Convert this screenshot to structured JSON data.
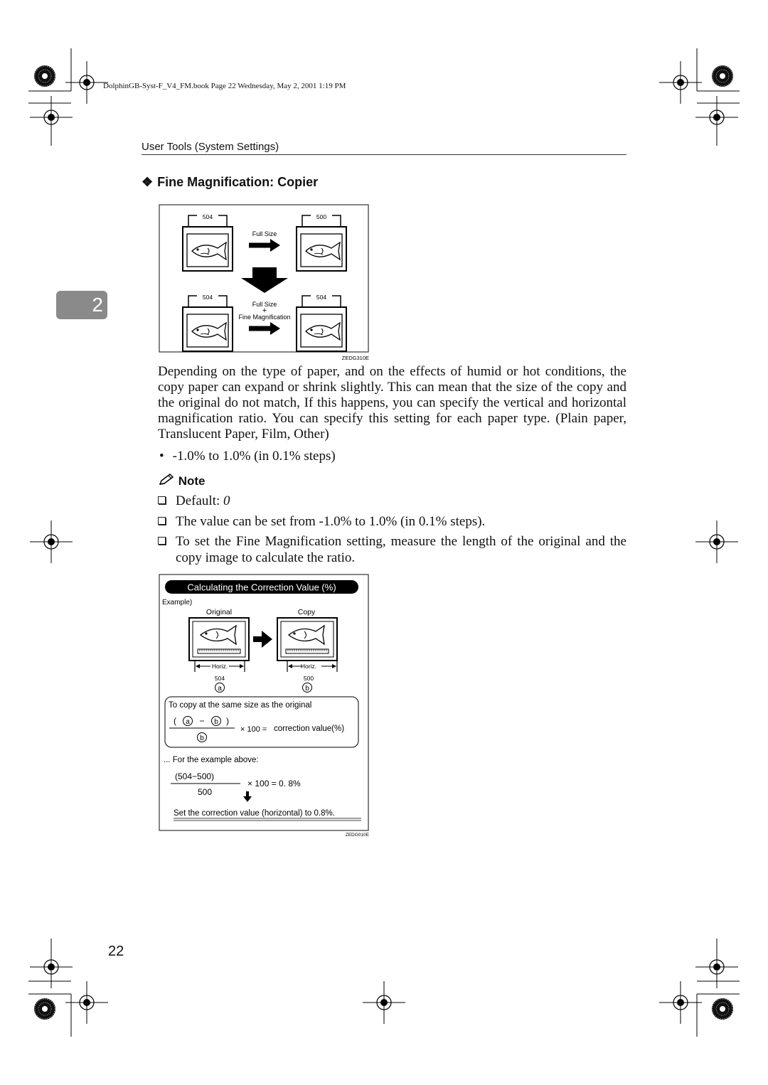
{
  "print_header": "DolphinGB-Syst-F_V4_FM.book  Page 22  Wednesday, May 2, 2001  1:19 PM",
  "running_head": "User Tools (System Settings)",
  "section": {
    "glyph": "❖",
    "title": "Fine Magnification: Copier"
  },
  "chapter_tab": "2",
  "figure1": {
    "top_left_value": "504",
    "top_right_value": "500",
    "top_arrow_label": "Full Size",
    "bottom_left_value": "504",
    "bottom_right_value": "504",
    "bottom_arrow_label_1": "Full Size",
    "bottom_arrow_plus": "+",
    "bottom_arrow_label_2": "Fine Magnification",
    "code": "ZEDG310E"
  },
  "body_text": "Depending on the type of paper, and on the effects of humid or hot conditions, the copy paper can expand or shrink slightly. This can mean that the size of the copy and the original do not match, If this happens, you can specify the vertical and horizontal magnification ratio. You can specify this setting for each paper type. (Plain paper, Translucent Paper, Film, Other)",
  "range_item": "-1.0% to 1.0% (in 0.1% steps)",
  "note": {
    "heading": "Note",
    "default_label": "Default: ",
    "default_value": "0",
    "item2": "The value can be set from -1.0% to 1.0% (in 0.1% steps).",
    "item3": "To set the Fine Magnification setting, measure the length of the original and the copy image to calculate the ratio."
  },
  "figure2": {
    "title": "Calculating the Correction Value (%)",
    "example_label": "Example)",
    "original_label": "Original",
    "copy_label": "Copy",
    "horiz_label": "Horiz.",
    "value_a": "504",
    "value_b": "500",
    "marker_a": "a",
    "marker_b": "b",
    "same_size_text": "To copy at the same size as the original",
    "formula_open": "(",
    "formula_minus": "−",
    "formula_close": ")",
    "formula_times": "× 100 =",
    "formula_result": "correction value(%)",
    "example_above": "... For the example above:",
    "example_numerator": "(504−500)",
    "example_denominator": "500",
    "example_times": "× 100 = 0. 8%",
    "conclusion": "Set the correction value (horizontal) to 0.8%.",
    "code": "ZEDG010E"
  },
  "page_number": "22"
}
